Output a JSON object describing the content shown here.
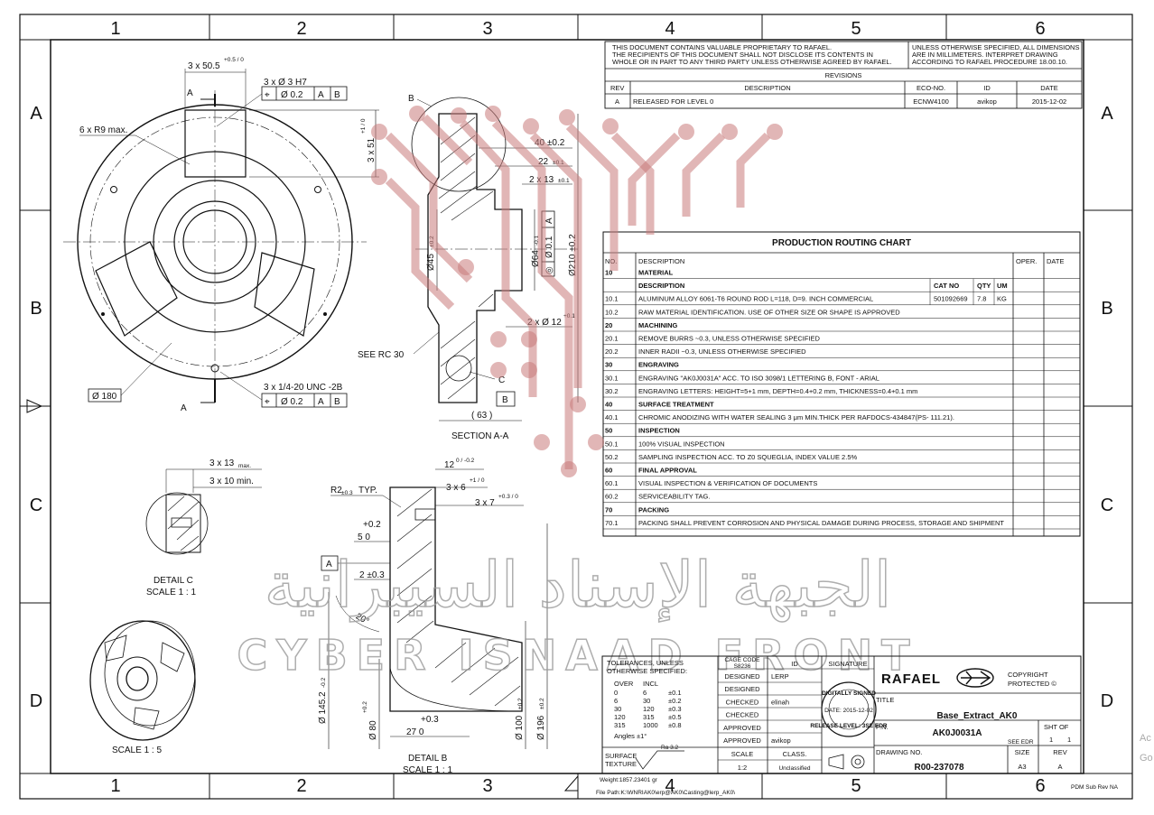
{
  "zones": {
    "columns": [
      "1",
      "2",
      "3",
      "4",
      "5",
      "6"
    ],
    "rows": [
      "A",
      "B",
      "C",
      "D"
    ]
  },
  "notice": {
    "proprietary": [
      "THIS DOCUMENT CONTAINS VALUABLE PROPRIETARY TO RAFAEL.",
      "THE RECIPIENTS OF THIS DOCUMENT SHALL NOT DISCLOSE ITS CONTENTS IN",
      "WHOLE OR IN PART TO ANY THIRD PARTY UNLESS OTHERWISE AGREED BY RAFAEL."
    ],
    "units": [
      "UNLESS OTHERWISE SPECIFIED, ALL DIMENSIONS",
      "ARE IN MILLIMETERS. INTERPRET DRAWING",
      "ACCORDING TO RAFAEL PROCEDURE 18.00.10."
    ]
  },
  "revisions": {
    "title": "REVISIONS",
    "headers": [
      "REV",
      "DESCRIPTION",
      "ECO-NO.",
      "ID",
      "DATE"
    ],
    "rows": [
      [
        "A",
        "RELEASED FOR LEVEL 0",
        "ECNW4100",
        "avikop",
        "2015-12-02"
      ]
    ]
  },
  "routing": {
    "title": "PRODUCTION ROUTING CHART",
    "headers": [
      "NO.",
      "DESCRIPTION",
      "OPER.",
      "DATE"
    ],
    "material_headers": [
      "DESCRIPTION",
      "CAT NO",
      "QTY",
      "UM"
    ],
    "rows": [
      {
        "no": "10",
        "desc": "MATERIAL",
        "bold": true
      },
      {
        "no": "",
        "desc": "DESCRIPTION",
        "bold": true,
        "cat": "CAT NO",
        "qty": "QTY",
        "um": "UM"
      },
      {
        "no": "10.1",
        "desc": "ALUMINUM ALLOY 6061-T6 ROUND ROD L=118, D=9. INCH COMMERCIAL",
        "cat": "501092669",
        "qty": "7.8",
        "um": "KG"
      },
      {
        "no": "10.2",
        "desc": "RAW MATERIAL IDENTIFICATION. USE OF OTHER SIZE OR SHAPE IS APPROVED"
      },
      {
        "no": "20",
        "desc": "MACHINING",
        "bold": true
      },
      {
        "no": "20.1",
        "desc": "REMOVE BURRS ~0.3, UNLESS OTHERWISE SPECIFIED"
      },
      {
        "no": "20.2",
        "desc": "INNER RADII ~0.3, UNLESS OTHERWISE SPECIFIED"
      },
      {
        "no": "30",
        "desc": "ENGRAVING",
        "bold": true
      },
      {
        "no": "30.1",
        "desc": "ENGRAVING \"AK0J0031A\"  ACC. TO ISO 3098/1 LETTERING B, FONT - ARIAL"
      },
      {
        "no": "30.2",
        "desc": "ENGRAVING LETTERS: HEIGHT=5+1 mm, DEPTH=0.4+0.2 mm, THICKNESS=0.4+0.1 mm"
      },
      {
        "no": "40",
        "desc": "SURFACE TREATMENT",
        "bold": true
      },
      {
        "no": "40.1",
        "desc": "CHROMIC ANODIZING WITH WATER SEALING 3 μm MIN.THICK PER RAFDOCS-434847(PS- 111.21)."
      },
      {
        "no": "50",
        "desc": "INSPECTION",
        "bold": true
      },
      {
        "no": "50.1",
        "desc": "100% VISUAL INSPECTION"
      },
      {
        "no": "50.2",
        "desc": "SAMPLING INSPECTION ACC. TO Z0 SQUEGLIA, INDEX VALUE  2.5%"
      },
      {
        "no": "60",
        "desc": "FINAL APPROVAL",
        "bold": true
      },
      {
        "no": "60.1",
        "desc": "VISUAL INSPECTION & VERIFICATION OF DOCUMENTS"
      },
      {
        "no": "60.2",
        "desc": "SERVICEABILITY TAG."
      },
      {
        "no": "70",
        "desc": "PACKING",
        "bold": true
      },
      {
        "no": "70.1",
        "desc": "PACKING SHALL PREVENT CORROSION AND PHYSICAL DAMAGE DURING PROCESS, STORAGE AND SHIPMENT"
      }
    ]
  },
  "views": {
    "front": {
      "dims": {
        "slot_width": "3 x 50.5",
        "slot_tol": "+0.5 / 0",
        "holes_top": "3 x Ø 3 H7",
        "fcf_top": [
          "⌖",
          "Ø 0.2",
          "A",
          "B"
        ],
        "radius": "6 x R9 max.",
        "depth": "3 x 51",
        "depth_tol": "+1 / 0",
        "diameter": "Ø 180",
        "thread": "3 x 1/4-20 UNC -2B",
        "fcf_bottom": [
          "⌖",
          "Ø 0.2",
          "A",
          "B"
        ],
        "cut_a": "A"
      }
    },
    "section": {
      "title": "SECTION A-A",
      "dims": {
        "b": "B",
        "d40": "40 ±0.2",
        "d22": "22",
        "d22_tol": "±0.1",
        "d213": "2 x 13",
        "d213_tol": "±0.1",
        "d45": "Ø45",
        "d45_tol": "±0.2",
        "d64": "Ø64",
        "d64_tol": "-0.1",
        "d210": "Ø210 ±0.2",
        "fcf": [
          "◎",
          "Ø 0.1",
          "A"
        ],
        "d12": "2 x Ø 12",
        "d12_tol": "+0.1",
        "see_rc": "SEE RC 30",
        "c": "C",
        "datum_b": "B",
        "d63": "( 63 )"
      }
    },
    "detail_c": {
      "title": "DETAIL C",
      "scale": "SCALE 1 : 1",
      "d13": "3 x 13",
      "d13_tol": "max.",
      "d10": "3 x 10 min."
    },
    "detail_b": {
      "title": "DETAIL B",
      "scale": "SCALE 1 : 1",
      "dims": {
        "d12": "12",
        "d12_tol": "0 / -0.2",
        "r2": "R2",
        "r2_tol": "±0.3",
        "r2_typ": "TYP.",
        "d36": "3 x 6",
        "d36_tol": "+1 / 0",
        "d37": "3 x 7",
        "d37_tol": "+0.3 / 0",
        "d5": "5   0",
        "d5_tol": "+0.2",
        "datum_a": "A",
        "d2": "2 ±0.3",
        "angle": "20°",
        "d145": "Ø 145.2",
        "d145_tol": "-0.2",
        "d80": "Ø 80",
        "d80_tol": "+0.2",
        "d03": "+0.3",
        "d27": "27   0",
        "d100": "Ø 100",
        "d100_tol": "±0.2",
        "d196": "Ø 196",
        "d196_tol": "±0.2"
      }
    },
    "iso": {
      "scale": "SCALE 1 : 5"
    }
  },
  "title_block": {
    "tolerances_title": [
      "TOLERANCES, UNLESS",
      "OTHERWISE SPECIFIED:"
    ],
    "tolerances_head": [
      "OVER",
      "INCL",
      ""
    ],
    "tolerances": [
      [
        "0",
        "6",
        "±0.1"
      ],
      [
        "6",
        "30",
        "±0.2"
      ],
      [
        "30",
        "120",
        "±0.3"
      ],
      [
        "120",
        "315",
        "±0.5"
      ],
      [
        "315",
        "1000",
        "±0.8"
      ]
    ],
    "angles": "Angles  ±1°",
    "surface": [
      "SURFACE",
      "TEXTURE"
    ],
    "surface_value": "Ra 3.2",
    "cage_code": [
      "CAGE CODE",
      "S8236"
    ],
    "id_head": "ID",
    "signature_head": "SIGNATURE",
    "approvals": [
      [
        "DESIGNED",
        "LERP"
      ],
      [
        "DESIGNED",
        ""
      ],
      [
        "CHECKED",
        "elinah"
      ],
      [
        "CHECKED",
        ""
      ],
      [
        "APPROVED",
        ""
      ],
      [
        "APPROVED",
        "avikop"
      ]
    ],
    "scale_head": "SCALE",
    "scale": "1:2",
    "class_head": "CLASS.",
    "class": "Unclassified",
    "stamp": [
      "DIGITALLY SIGNED",
      "DATE: 2015-12-02",
      "RELEASE LEVEL: 3SE EDR"
    ],
    "company": "RAFAEL",
    "copyright": [
      "COPYRIGHT",
      "PROTECTED ©"
    ],
    "title_head": "TITLE",
    "title": "Base_Extract_AK0",
    "pn_head": "P.N.",
    "pn": "AK0J0031A",
    "sht_head": "SHT  OF",
    "sht": [
      "1",
      "1"
    ],
    "see_edr": "SEE EDR",
    "drawing_head": "DRAWING NO.",
    "drawing": "R00-237078",
    "size_head": "SIZE",
    "size": "A3",
    "rev_head": "REV",
    "rev": "A",
    "weight": "Weight:1857.23401 gr",
    "file_path": "File Path:K:\\WNRIAK0\\erp@AK0\\Casting@lerp_AK0\\",
    "footer": "PDM Sub Rev NA"
  },
  "watermark": {
    "arabic": "الجبهة الإسناد السيبرانية",
    "english": "CYBER ISNAAD FRONT"
  },
  "side_text": {
    "a": "Ac",
    "b": "Go"
  }
}
